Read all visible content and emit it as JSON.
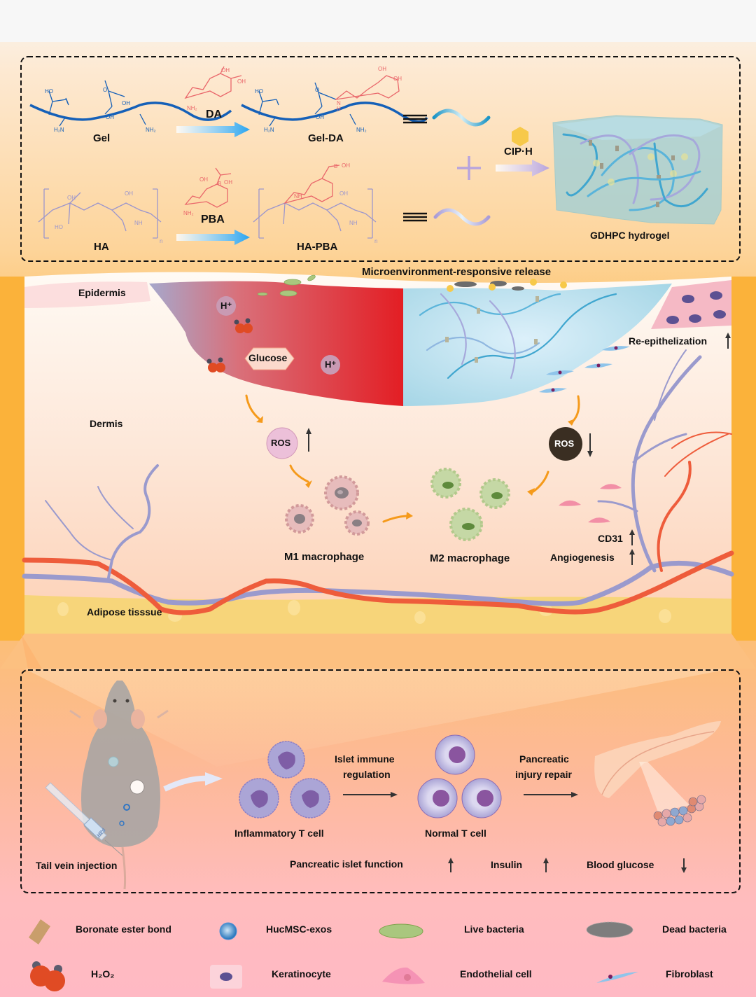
{
  "colors": {
    "background_top": "#f7f7f7",
    "orange_band": "#fbb23a",
    "gel_chain": "#1560b8",
    "modifier_red": "#e9666a",
    "ha_purple": "#9c96cc",
    "wound_red": "#e31e24",
    "hydrogel_blue": "#a8d8e8",
    "vessel_blue": "#9a9acd",
    "artery_red": "#ee5c3b",
    "adipose_yellow": "#f7d57a",
    "legend_pink": "#ffbcbd"
  },
  "synthesis_panel": {
    "gel_label": "Gel",
    "da_label": "DA",
    "gel_da_label": "Gel-DA",
    "ha_label": "HA",
    "pba_label": "PBA",
    "ha_pba_label": "HA-PBA",
    "drug_label": "CIP·H",
    "hydrogel_label": "GDHPC hydrogel",
    "chem_groups": {
      "ho": "HO",
      "oh": "OH",
      "o": "O",
      "nh2": "NH₂",
      "h2n": "H₂N",
      "nh": "NH",
      "n": "N",
      "h": "H",
      "b": "B",
      "n_sub": "n"
    }
  },
  "wound_panel": {
    "title": "Microenvironment-responsive release",
    "epidermis_label": "Epidermis",
    "dermis_label": "Dermis",
    "adipose_label": "Adipose tisssue",
    "h_plus_label": "H⁺",
    "glucose_label": "Glucose",
    "ros_label": "ROS",
    "m1_label": "M1 macrophage",
    "m2_label": "M2 macrophage",
    "reepithelization_label": "Re-epithelization",
    "cd31_label": "CD31",
    "angiogenesis_label": "Angiogenesis",
    "ros_high_trend": "up",
    "ros_low_trend": "down",
    "reepithelization_trend": "up",
    "cd31_trend": "up",
    "angiogenesis_trend": "up"
  },
  "systemic_panel": {
    "injection_label": "Tail vein injection",
    "inflammatory_label": "Inflammatory T cell",
    "regulation_label_line1": "Islet immune",
    "regulation_label_line2": "regulation",
    "normal_label": "Normal T cell",
    "repair_label_line1": "Pancreatic",
    "repair_label_line2": "injury repair",
    "syringe_text": "HPd",
    "outcomes": [
      {
        "label": "Pancreatic islet function",
        "trend": "up"
      },
      {
        "label": "Insulin",
        "trend": "up"
      },
      {
        "label": "Blood glucose",
        "trend": "down"
      }
    ]
  },
  "legend": {
    "items": [
      {
        "label": "Boronate ester bond",
        "icon": "boronate-ester-bond-icon"
      },
      {
        "label": "HucMSC-exos",
        "icon": "exosome-icon"
      },
      {
        "label": "Live bacteria",
        "icon": "live-bacteria-icon"
      },
      {
        "label": "Dead bacteria",
        "icon": "dead-bacteria-icon"
      },
      {
        "label": "H₂O₂",
        "icon": "h2o2-molecule-icon"
      },
      {
        "label": "Keratinocyte",
        "icon": "keratinocyte-icon"
      },
      {
        "label": "Endothelial cell",
        "icon": "endothelial-cell-icon"
      },
      {
        "label": "Fibroblast",
        "icon": "fibroblast-icon"
      }
    ]
  }
}
